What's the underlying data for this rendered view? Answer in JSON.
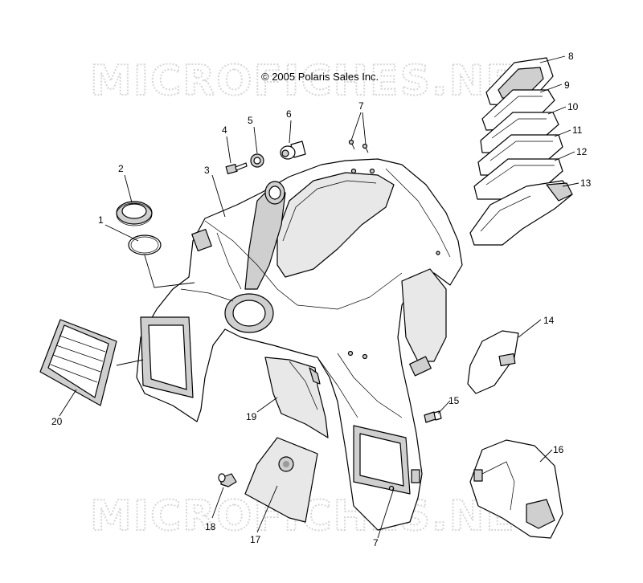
{
  "copyright": "© 2005 Polaris Sales Inc.",
  "watermark": "MICROFICHES.NET",
  "callouts": [
    {
      "id": "c1",
      "label": "1"
    },
    {
      "id": "c2",
      "label": "2"
    },
    {
      "id": "c3",
      "label": "3"
    },
    {
      "id": "c4",
      "label": "4"
    },
    {
      "id": "c5",
      "label": "5"
    },
    {
      "id": "c6",
      "label": "6"
    },
    {
      "id": "c7a",
      "label": "7"
    },
    {
      "id": "c7b",
      "label": "7"
    },
    {
      "id": "c8",
      "label": "8"
    },
    {
      "id": "c9",
      "label": "9"
    },
    {
      "id": "c10",
      "label": "10"
    },
    {
      "id": "c11",
      "label": "11"
    },
    {
      "id": "c12",
      "label": "12"
    },
    {
      "id": "c13",
      "label": "13"
    },
    {
      "id": "c14",
      "label": "14"
    },
    {
      "id": "c15",
      "label": "15"
    },
    {
      "id": "c16",
      "label": "16"
    },
    {
      "id": "c17",
      "label": "17"
    },
    {
      "id": "c18",
      "label": "18"
    },
    {
      "id": "c19",
      "label": "19"
    },
    {
      "id": "c20",
      "label": "20"
    }
  ]
}
